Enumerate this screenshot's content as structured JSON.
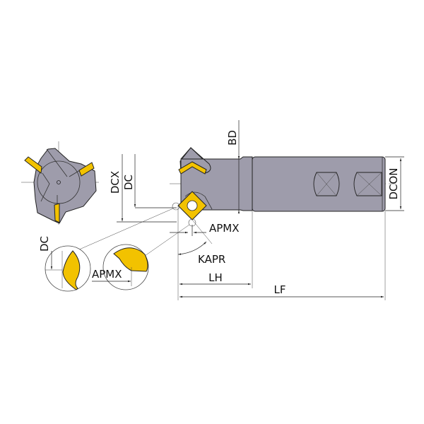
{
  "title": "Milling cutter dimension diagram",
  "labels": {
    "bd": "BD",
    "dcx": "DCX",
    "dc": "DC",
    "dcon": "DCON",
    "apmx": "APMX",
    "kapr": "KAPR",
    "lh": "LH",
    "lf": "LF",
    "detail_dc": "DC",
    "detail_apmx": "APMX"
  },
  "colors": {
    "body": "#9e9cab",
    "insert": "#f2c200",
    "line": "#222222"
  }
}
